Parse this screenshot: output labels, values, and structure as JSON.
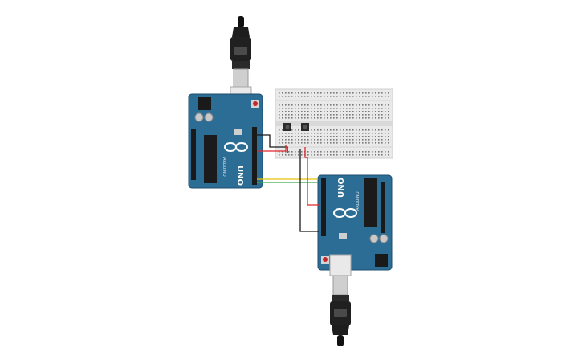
{
  "boards": [
    {
      "id": "uno-top",
      "label": "UNO",
      "brand": "ARDUINO"
    },
    {
      "id": "uno-bottom",
      "label": "UNO",
      "brand": "ARDUINO"
    }
  ],
  "colors": {
    "board": "#2c6d95",
    "board_edge": "#1c4d6d",
    "breadboard": "#e9e9e9",
    "wire_black": "#1a1a1a",
    "wire_red": "#e0252b",
    "wire_yellow": "#e8c40b",
    "wire_green": "#3aa84a",
    "usb_cable": "#1d1d1d",
    "usb_metal": "#cfcfcf"
  },
  "components": {
    "pushbuttons": 2,
    "usb_cables": 2
  }
}
